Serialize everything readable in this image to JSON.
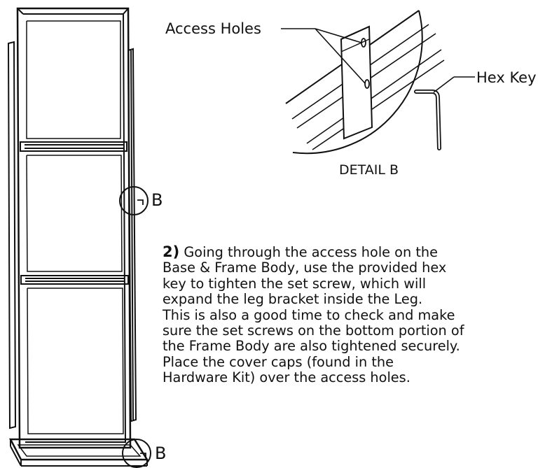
{
  "labels": {
    "access_holes": "Access Holes",
    "hex_key": "Hex Key",
    "detail": "DETAIL B",
    "callout_upper": "B",
    "callout_lower": "B"
  },
  "instruction": {
    "number": "2)",
    "lines": [
      "Going through the access hole on the",
      "Base & Frame Body, use the provided hex",
      "key to tighten the set screw, which will",
      "expand the leg bracket inside the Leg.",
      "This is also a good time to check and make",
      "sure the set screws on the bottom portion of",
      "the Frame Body are also tightened securely.",
      "Place the cover caps (found in the",
      "Hardware Kit) over the access holes."
    ]
  }
}
